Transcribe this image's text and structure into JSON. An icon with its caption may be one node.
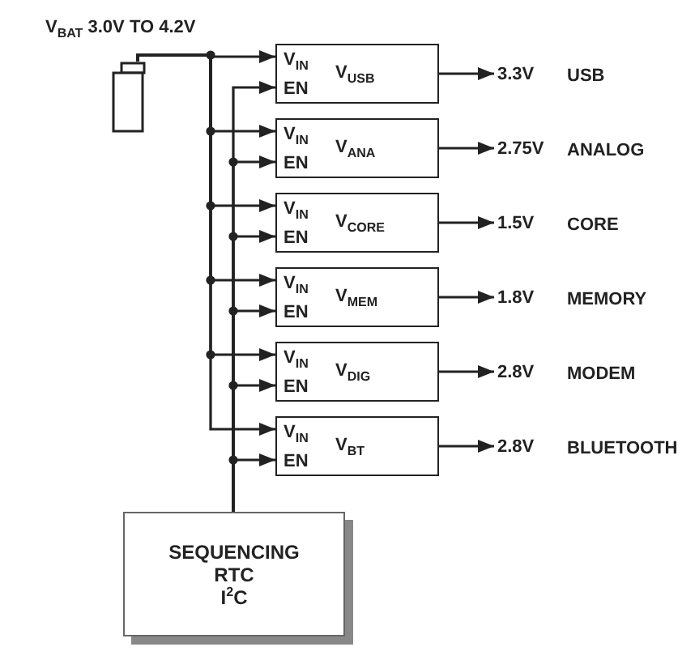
{
  "diagram": {
    "nodes": [
      {
        "text": [],
        "shape": "battery",
        "beside": [
          "V$_{BAT}$ 3.0V TO 4.2V"
        ]
      },
      {
        "text": [
          "V$_{IN}$",
          "EN",
          "V$_{USB}$"
        ]
      },
      {
        "text": [
          "V$_{IN}$",
          "EN",
          "V$_{ANA}$"
        ]
      },
      {
        "text": [
          "V$_{IN}$",
          "EN",
          "V$_{CORE}$"
        ]
      },
      {
        "text": [
          "V$_{IN}$",
          "EN",
          "V$_{MEM}$"
        ]
      },
      {
        "text": [
          "V$_{IN}$",
          "EN",
          "V$_{DIG}$"
        ]
      },
      {
        "text": [
          "V$_{IN}$",
          "EN",
          "V$_{BT}$"
        ]
      },
      {
        "text": [
          "3.3V"
        ],
        "beside": [
          "USB"
        ]
      },
      {
        "text": [
          "2.75V"
        ],
        "beside": [
          "ANALOG"
        ]
      },
      {
        "text": [
          "1.5V"
        ],
        "beside": [
          "CORE"
        ]
      },
      {
        "text": [
          "1.8V"
        ],
        "beside": [
          "MEMORY"
        ]
      },
      {
        "text": [
          "2.8V"
        ],
        "beside": [
          "MODEM"
        ]
      },
      {
        "text": [
          "2.8V"
        ],
        "beside": [
          "BLUETOOTH"
        ]
      },
      {
        "text": [
          "SEQUENCING",
          "RTC",
          "I$^{2}$C"
        ]
      }
    ],
    "edges": [
      {
        "from": 0,
        "to": 1,
        "arrow": "to"
      },
      {
        "from": 0,
        "to": 2,
        "arrow": "to"
      },
      {
        "from": 0,
        "to": 3,
        "arrow": "to"
      },
      {
        "from": 0,
        "to": 4,
        "arrow": "to"
      },
      {
        "from": 0,
        "to": 5,
        "arrow": "to"
      },
      {
        "from": 0,
        "to": 6,
        "arrow": "to"
      },
      {
        "from": 13,
        "to": 1,
        "arrow": "to"
      },
      {
        "from": 13,
        "to": 2,
        "arrow": "to"
      },
      {
        "from": 13,
        "to": 3,
        "arrow": "to"
      },
      {
        "from": 13,
        "to": 4,
        "arrow": "to"
      },
      {
        "from": 13,
        "to": 5,
        "arrow": "to"
      },
      {
        "from": 13,
        "to": 6,
        "arrow": "to"
      },
      {
        "from": 1,
        "to": 7,
        "arrow": "to"
      },
      {
        "from": 2,
        "to": 8,
        "arrow": "to"
      },
      {
        "from": 3,
        "to": 9,
        "arrow": "to"
      },
      {
        "from": 4,
        "to": 10,
        "arrow": "to"
      },
      {
        "from": 5,
        "to": 11,
        "arrow": "to"
      },
      {
        "from": 6,
        "to": 12,
        "arrow": "to"
      }
    ]
  }
}
